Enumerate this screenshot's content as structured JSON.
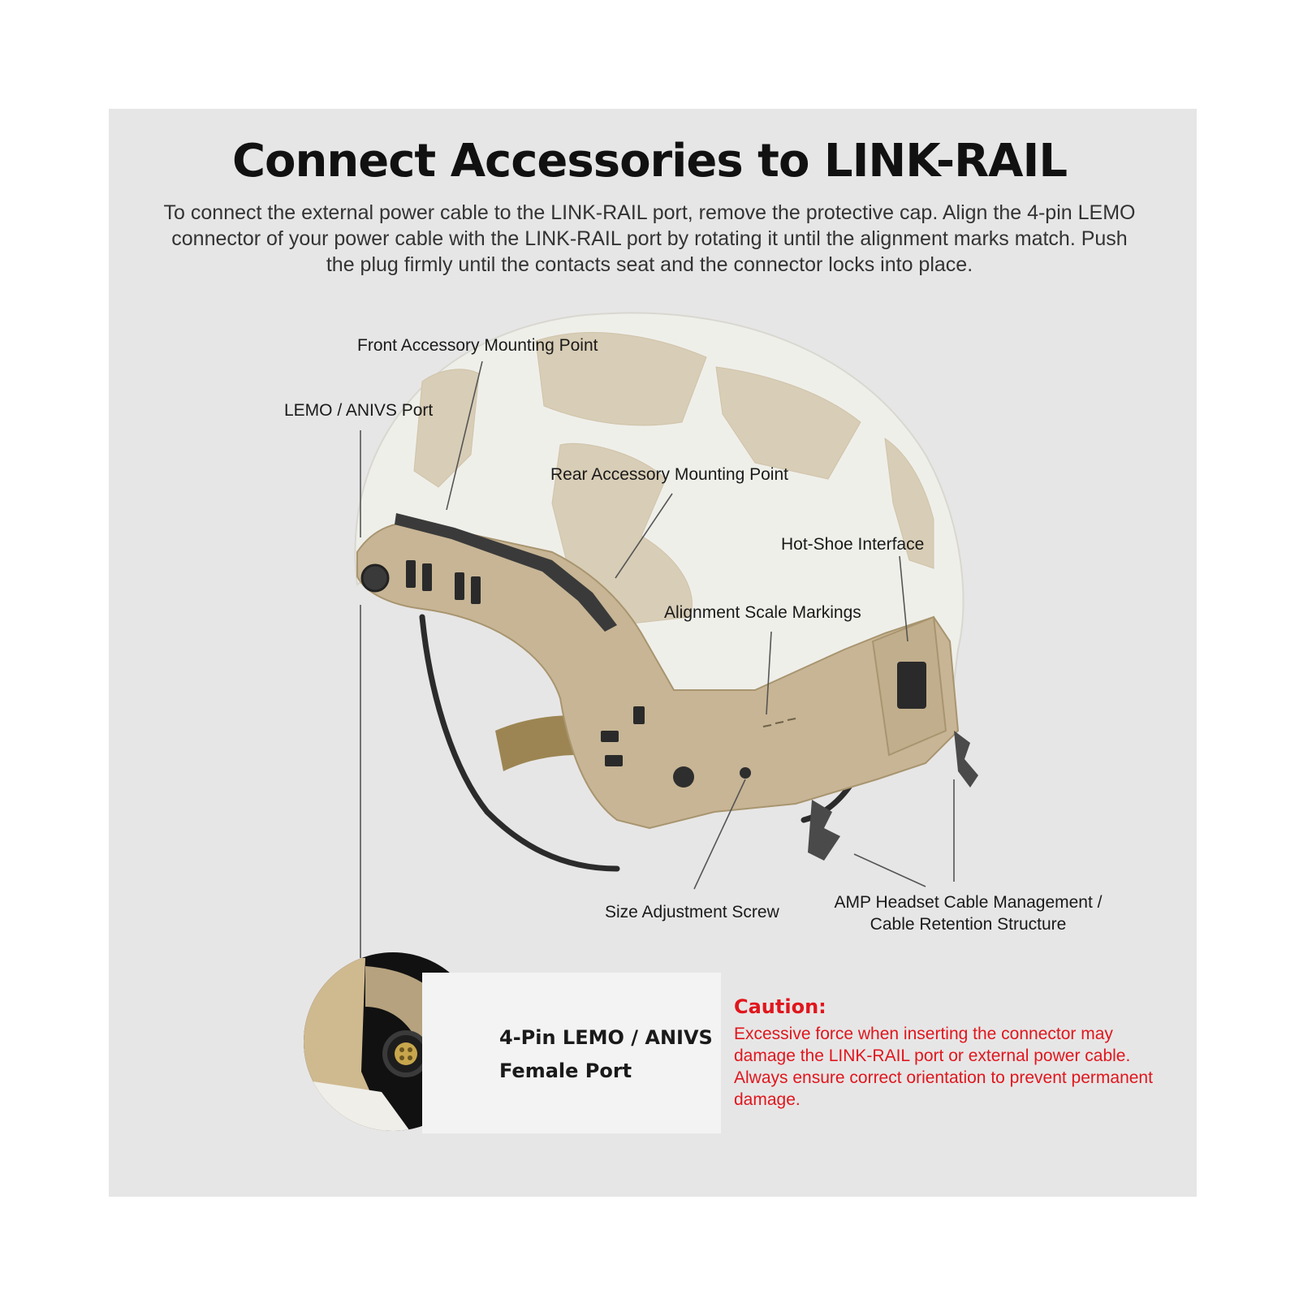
{
  "title": "Connect Accessories to LINK-RAIL",
  "intro": "To connect the external power cable to the LINK-RAIL port, remove the protective cap. Align the 4-pin LEMO connector of your power cable with the LINK-RAIL port by rotating it until the alignment marks match. Push the plug firmly until the contacts seat and the connector locks into place.",
  "callouts": {
    "front_mount": "Front Accessory Mounting Point",
    "lemo_port": "LEMO / ANIVS Port",
    "rear_mount": "Rear Accessory Mounting Point",
    "hot_shoe": "Hot-Shoe Interface",
    "alignment": "Alignment Scale Markings",
    "size_screw": "Size Adjustment Screw",
    "amp_line1": "AMP Headset Cable Management /",
    "amp_line2": "Cable Retention Structure"
  },
  "port_detail": {
    "line1": "4-Pin LEMO / ANIVS",
    "line2": "Female Port"
  },
  "caution": {
    "title": "Caution:",
    "text": "Excessive force when inserting the connector may damage the LINK-RAIL port or external power cable. Always ensure correct orientation to prevent permanent damage."
  },
  "colors": {
    "panel": "#e7e6e6",
    "helmet_shell": "#eeeeea",
    "rail_tan": "#c7b595",
    "velcro": "#d6cbb5",
    "caution_red": "#e0161d"
  }
}
